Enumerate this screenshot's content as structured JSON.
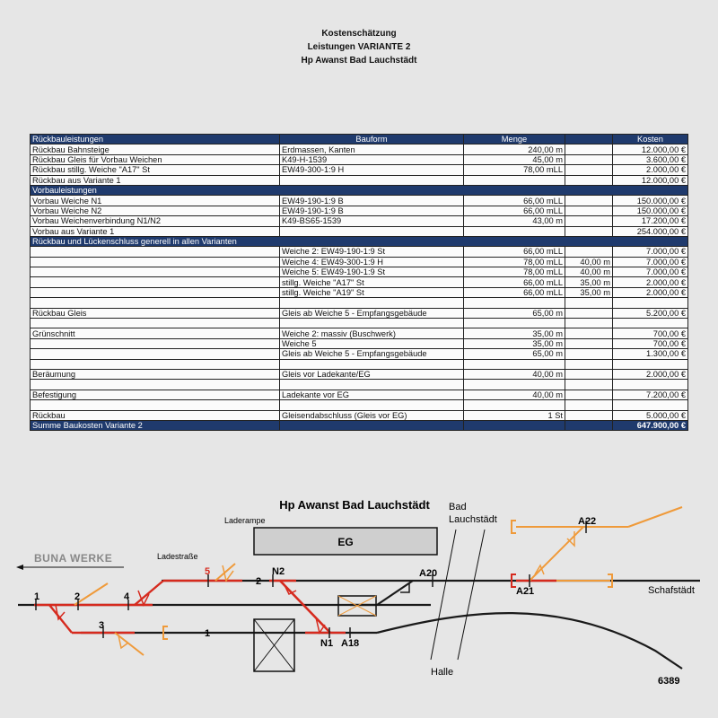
{
  "header": {
    "line1": "Kostenschätzung",
    "line2": "Leistungen VARIANTE 2",
    "line3": "Hp Awanst Bad Lauchstädt"
  },
  "table": {
    "columns": [
      "Rückbauleistungen",
      "Bauform",
      "Menge",
      "",
      "Kosten"
    ],
    "rows": [
      {
        "type": "row",
        "cells": [
          "Rückbau Bahnsteige",
          "Erdmassen, Kanten",
          "240,00 m",
          "",
          "12.000,00 €"
        ]
      },
      {
        "type": "row",
        "cells": [
          "Rückbau Gleis für Vorbau Weichen",
          "K49-H-1539",
          "45,00 m",
          "",
          "3.600,00 €"
        ]
      },
      {
        "type": "row",
        "cells": [
          "Rückbau stillg. Weiche \"A17\" St",
          "EW49-300-1:9 H",
          "78,00 mLL",
          "",
          "2.000,00 €"
        ]
      },
      {
        "type": "row",
        "cells": [
          "Rückbau aus Variante 1",
          "",
          "",
          "",
          "12.000,00 €"
        ]
      },
      {
        "type": "section",
        "cells": [
          "Vorbauleistungen"
        ]
      },
      {
        "type": "row",
        "cells": [
          "Vorbau Weiche N1",
          "EW49-190-1:9 B",
          "66,00 mLL",
          "",
          "150.000,00 €"
        ]
      },
      {
        "type": "row",
        "cells": [
          "Vorbau Weiche N2",
          "EW49-190-1:9 B",
          "66,00 mLL",
          "",
          "150.000,00 €"
        ]
      },
      {
        "type": "row",
        "cells": [
          "Vorbau Weichenverbindung N1/N2",
          "K49-BS65-1539",
          "43,00 m",
          "",
          "17.200,00 €"
        ]
      },
      {
        "type": "row",
        "cells": [
          "Vorbau aus Variante 1",
          "",
          "",
          "",
          "254.000,00 €"
        ]
      },
      {
        "type": "section",
        "cells": [
          "Rückbau und Lückenschluss generell in allen Varianten"
        ]
      },
      {
        "type": "row",
        "cells": [
          "",
          "Weiche 2: EW49-190-1:9 St",
          "66,00 mLL",
          "",
          "7.000,00 €"
        ]
      },
      {
        "type": "row",
        "cells": [
          "",
          "Weiche 4: EW49-300-1:9 H",
          "78,00 mLL",
          "40,00 m",
          "7.000,00 €"
        ]
      },
      {
        "type": "row",
        "cells": [
          "",
          "Weiche 5: EW49-190-1:9 St",
          "78,00 mLL",
          "40,00 m",
          "7.000,00 €"
        ]
      },
      {
        "type": "row",
        "cells": [
          "",
          "stillg. Weiche \"A17\" St",
          "66,00 mLL",
          "35,00 m",
          "2.000,00 €"
        ]
      },
      {
        "type": "row",
        "cells": [
          "",
          "stillg. Weiche \"A19\" St",
          "66,00 mLL",
          "35,00 m",
          "2.000,00 €"
        ]
      },
      {
        "type": "blank"
      },
      {
        "type": "row",
        "cells": [
          "Rückbau Gleis",
          "Gleis ab Weiche 5 - Empfangsgebäude",
          "65,00 m",
          "",
          "5.200,00 €"
        ]
      },
      {
        "type": "blank"
      },
      {
        "type": "row",
        "cells": [
          "Grünschnitt",
          "Weiche 2: massiv (Buschwerk)",
          "35,00 m",
          "",
          "700,00 €"
        ]
      },
      {
        "type": "row",
        "cells": [
          "",
          "Weiche 5",
          "35,00 m",
          "",
          "700,00 €"
        ]
      },
      {
        "type": "row",
        "cells": [
          "",
          "Gleis ab Weiche 5 - Empfangsgebäude",
          "65,00 m",
          "",
          "1.300,00 €"
        ]
      },
      {
        "type": "blank"
      },
      {
        "type": "row",
        "cells": [
          "Beräumung",
          "Gleis vor Ladekante/EG",
          "40,00 m",
          "",
          "2.000,00 €"
        ]
      },
      {
        "type": "blank"
      },
      {
        "type": "row",
        "cells": [
          "Befestigung",
          "Ladekante vor EG",
          "40,00 m",
          "",
          "7.200,00 €"
        ]
      },
      {
        "type": "blank"
      },
      {
        "type": "row",
        "cells": [
          "Rückbau",
          "Gleisendabschluss (Gleis vor EG)",
          "1 St",
          "",
          "5.000,00 €"
        ]
      },
      {
        "type": "total",
        "cells": [
          "Summe Baukosten Variante 2",
          "",
          "",
          "",
          "647.900,00 €"
        ]
      }
    ]
  },
  "plan": {
    "title": "Hp Awanst Bad Lauchstädt",
    "labels": {
      "bad": "Bad",
      "lauchstaedt": "Lauchstädt",
      "laderampe": "Laderampe",
      "eg": "EG",
      "buna": "BUNA WERKE",
      "ladestrasse": "Ladestraße",
      "sw5": "5",
      "track2": "2",
      "n2": "N2",
      "a20": "A20",
      "a22": "A22",
      "a21": "A21",
      "schafstaedt": "Schafstädt",
      "sw1": "1",
      "sw2": "2",
      "sw4": "4",
      "sw3": "3",
      "track1": "1",
      "n1": "N1",
      "a18": "A18",
      "halle": "Halle",
      "km": "6389"
    },
    "colors": {
      "track": "#1a1a1a",
      "red": "#d62a1e",
      "orange": "#ef9a3a"
    }
  }
}
